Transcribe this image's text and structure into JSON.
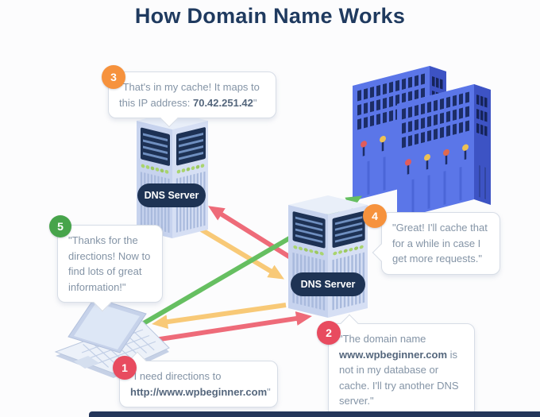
{
  "title": "How Domain Name Works",
  "labels": {
    "dns_server": "DNS Server"
  },
  "bubbles": [
    {
      "number": "1",
      "pre": "\"I need directions to ",
      "bold": "http://www.wpbeginner.com",
      "post": "\"",
      "badge_color": "#e84b5f"
    },
    {
      "number": "2",
      "pre": "\"The domain name ",
      "bold": "www.wpbeginner.com",
      "post": " is not in my database or cache. I'll try another DNS server.\"",
      "badge_color": "#e84b5f"
    },
    {
      "number": "3",
      "pre": "\"That's in my cache! It maps to this IP address: ",
      "bold": "70.42.251.42",
      "post": "\"",
      "badge_color": "#f6923d"
    },
    {
      "number": "4",
      "pre": "\"Great! I'll cache that for a while in case I get more requests.\"",
      "bold": "",
      "post": "",
      "badge_color": "#f6923d"
    },
    {
      "number": "5",
      "pre": "\"Thanks for the directions! Now to find lots of great information!\"",
      "bold": "",
      "post": "",
      "badge_color": "#47a44b"
    }
  ],
  "arrows": [
    {
      "step": 1,
      "from": "computer",
      "to": "dns-server-right",
      "color": "#ee6b79"
    },
    {
      "step": 2,
      "from": "dns-server-right",
      "to": "dns-server-left",
      "color": "#ee6b79"
    },
    {
      "step": 3,
      "from": "dns-server-left",
      "to": "dns-server-right",
      "color": "#f8c977"
    },
    {
      "step": 4,
      "from": "dns-server-right",
      "to": "computer",
      "color": "#f8c977"
    },
    {
      "step": 5,
      "from": "computer",
      "to": "web-servers",
      "color": "#66bf61"
    }
  ],
  "colors": {
    "title": "#1f3a5f",
    "background": "#fcfcfd",
    "bubble_border": "#d7dde6",
    "bubble_text": "#8494a6",
    "bubble_bold_text": "#54667c",
    "badge_red": "#e84b5f",
    "badge_orange": "#f6923d",
    "badge_green": "#47a44b",
    "arrow_red": "#ee6b79",
    "arrow_yellow": "#f8c977",
    "arrow_green": "#66bf61",
    "dns_pill_bg": "#1e3354",
    "dns_tower_face": "#c7d3ee",
    "web_server_front": "#5b76e8",
    "web_server_side": "#3d53c4",
    "footer_bar": "#24365a"
  }
}
